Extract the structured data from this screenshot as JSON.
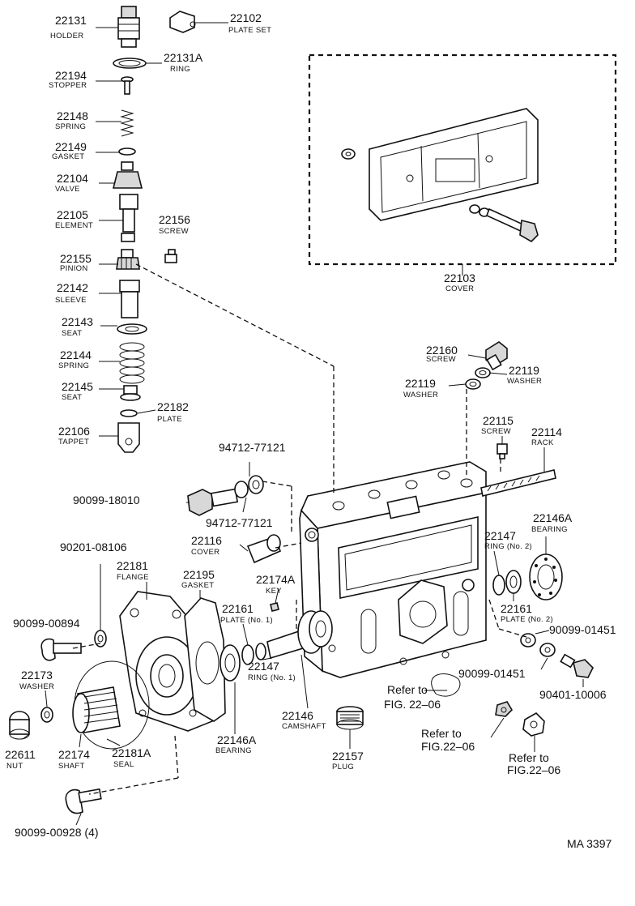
{
  "figure_code": "MA 3397",
  "parts": {
    "p22131": {
      "num": "22131",
      "name": "HOLDER"
    },
    "p22102": {
      "num": "22102",
      "name": "PLATE SET"
    },
    "p22131A": {
      "num": "22131A",
      "name": "RING"
    },
    "p22194": {
      "num": "22194",
      "name": "STOPPER"
    },
    "p22148": {
      "num": "22148",
      "name": "SPRING"
    },
    "p22149": {
      "num": "22149",
      "name": "GASKET"
    },
    "p22104": {
      "num": "22104",
      "name": "VALVE"
    },
    "p22105": {
      "num": "22105",
      "name": "ELEMENT"
    },
    "p22156": {
      "num": "22156",
      "name": "SCREW"
    },
    "p22155": {
      "num": "22155",
      "name": "PINION"
    },
    "p22142": {
      "num": "22142",
      "name": "SLEEVE"
    },
    "p22143": {
      "num": "22143",
      "name": "SEAT"
    },
    "p22144": {
      "num": "22144",
      "name": "SPRING"
    },
    "p22145": {
      "num": "22145",
      "name": "SEAT"
    },
    "p22182": {
      "num": "22182",
      "name": "PLATE"
    },
    "p22106": {
      "num": "22106",
      "name": "TAPPET"
    },
    "p22103": {
      "num": "22103",
      "name": "COVER"
    },
    "p22160": {
      "num": "22160",
      "name": "SCREW"
    },
    "p22119a": {
      "num": "22119",
      "name": "WASHER"
    },
    "p22119b": {
      "num": "22119",
      "name": "WASHER"
    },
    "p22115": {
      "num": "22115",
      "name": "SCREW"
    },
    "p22114": {
      "num": "22114",
      "name": "RACK"
    },
    "p22146A_r": {
      "num": "22146A",
      "name": "BEARING"
    },
    "p22147_r": {
      "num": "22147",
      "name": "RING (No. 2)"
    },
    "p22161_r": {
      "num": "22161",
      "name": "PLATE (No. 2)"
    },
    "p22116": {
      "num": "22116",
      "name": "COVER"
    },
    "p22181": {
      "num": "22181",
      "name": "FLANGE"
    },
    "p22195": {
      "num": "22195",
      "name": "GASKET"
    },
    "p22174A": {
      "num": "22174A",
      "name": "KEY"
    },
    "p22161_l": {
      "num": "22161",
      "name": "PLATE (No. 1)"
    },
    "p22173": {
      "num": "22173",
      "name": "WASHER"
    },
    "p22147_l": {
      "num": "22147",
      "name": "RING (No. 1)"
    },
    "p22146": {
      "num": "22146",
      "name": "CAMSHAFT"
    },
    "p22611": {
      "num": "22611",
      "name": "NUT"
    },
    "p22174": {
      "num": "22174",
      "name": "SHAFT"
    },
    "p22181A": {
      "num": "22181A",
      "name": "SEAL"
    },
    "p22146A_l": {
      "num": "22146A",
      "name": "BEARING"
    },
    "p22157": {
      "num": "22157",
      "name": "PLUG"
    }
  },
  "bolts": {
    "b1": "90099-18010",
    "b2": "94712-77121",
    "b3": "94712-77121",
    "b4": "90201-08106",
    "b5": "90099-00894",
    "b6": "90099-01451",
    "b7": "90099-01451",
    "b8": "90401-10006",
    "b9": "90099-00928 (4)"
  },
  "refs": {
    "r1_line1": "Refer to",
    "r1_line2": "FIG. 22–06",
    "r2_line1": "Refer to",
    "r2_line2": "FIG.22–06",
    "r3_line1": "Refer to",
    "r3_line2": "FIG.22–06"
  }
}
